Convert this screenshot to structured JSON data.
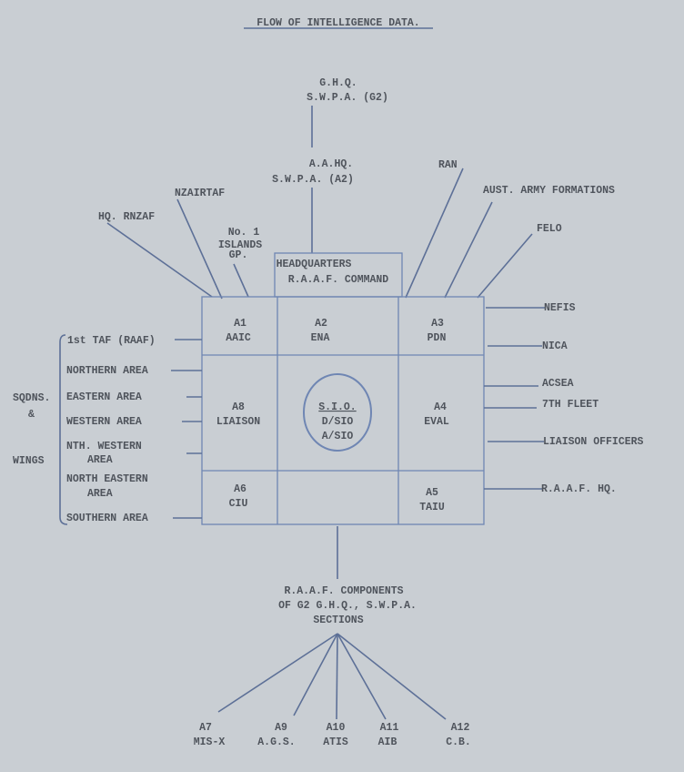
{
  "title": "FLOW OF INTELLIGENCE DATA.",
  "top": {
    "ghq": [
      "G.H.Q.",
      "S.W.P.A. (G2)"
    ],
    "aahq": [
      "A.A.HQ.",
      "S.W.P.A. (A2)"
    ],
    "hq_rnzaf": "HQ. RNZAF",
    "nzairtaf": "NZAIRTAF",
    "islands": [
      "No. 1",
      "ISLANDS",
      "GP."
    ],
    "ran": "RAN",
    "aust_army": "AUST. ARMY FORMATIONS",
    "felo": "FELO"
  },
  "hq_box": [
    "HEADQUARTERS",
    "R.A.A.F. COMMAND"
  ],
  "cells": {
    "a1": [
      "A1",
      "AAIC"
    ],
    "a2": [
      "A2",
      "ENA"
    ],
    "a3": [
      "A3",
      "PDN"
    ],
    "a8": [
      "A8",
      "LIAISON"
    ],
    "sio": [
      "S.I.O.",
      "D/SIO",
      "A/SIO"
    ],
    "a4": [
      "A4",
      "EVAL"
    ],
    "a6": [
      "A6",
      "CIU"
    ],
    "a5": [
      "A5",
      "TAIU"
    ]
  },
  "right": [
    "NEFIS",
    "NICA",
    "ACSEA",
    "7TH FLEET",
    "LIAISON OFFICERS",
    "R.A.A.F. HQ."
  ],
  "left": {
    "items": [
      "1st TAF (RAAF)",
      "NORTHERN AREA",
      "EASTERN AREA",
      "WESTERN AREA",
      "NTH. WESTERN",
      "AREA",
      "NORTH EASTERN",
      "AREA",
      "SOUTHERN AREA"
    ],
    "group": [
      "SQDNS.",
      "&",
      "WINGS"
    ]
  },
  "bottom": {
    "heading": [
      "R.A.A.F. COMPONENTS",
      "OF G2 G.H.Q., S.W.P.A.",
      "SECTIONS"
    ],
    "sections": [
      {
        "code": "A7",
        "name": "MIS-X"
      },
      {
        "code": "A9",
        "name": "A.G.S."
      },
      {
        "code": "A10",
        "name": "ATIS"
      },
      {
        "code": "A11",
        "name": "AIB"
      },
      {
        "code": "A12",
        "name": "C.B."
      }
    ]
  }
}
